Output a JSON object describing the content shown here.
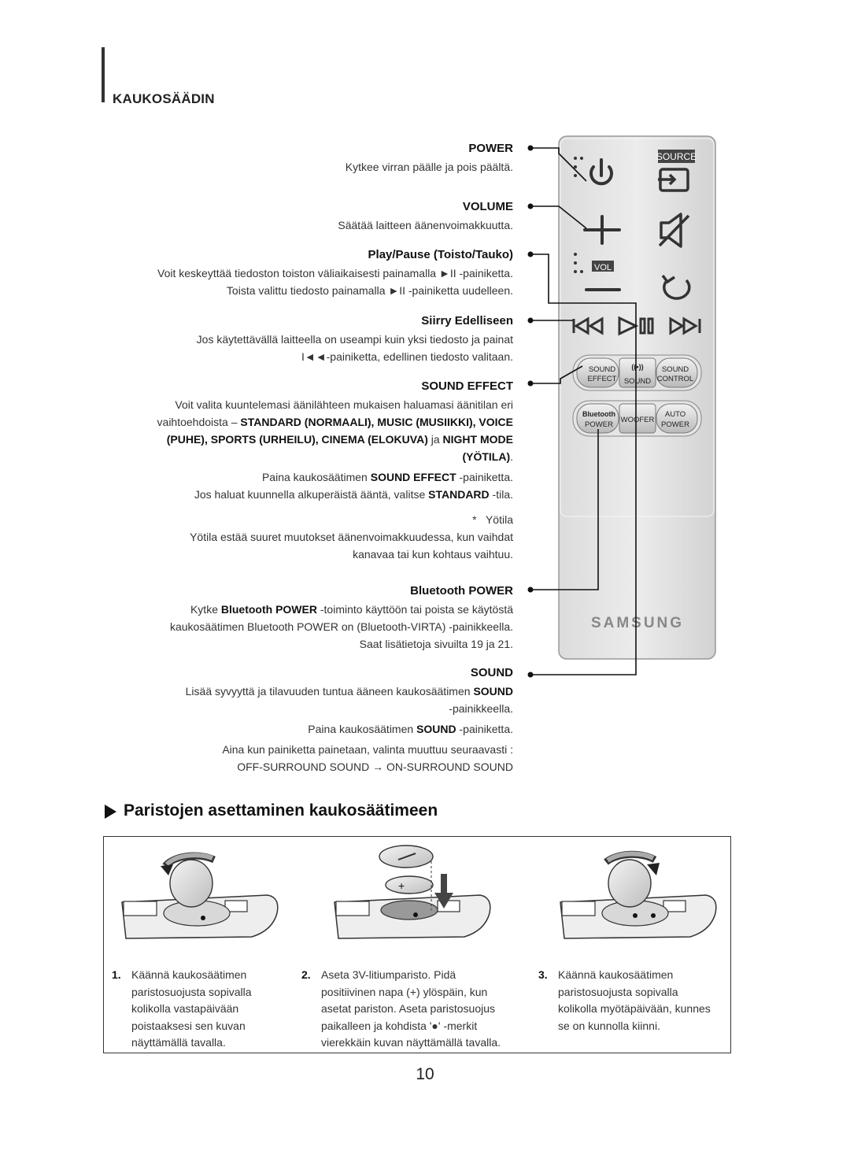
{
  "section_title": "KAUKOSÄÄDIN",
  "items": {
    "power": {
      "heading": "POWER",
      "text": "Kytkee virran päälle ja pois päältä."
    },
    "volume": {
      "heading": "VOLUME",
      "text": "Säätää laitteen äänenvoimakkuutta."
    },
    "playpause": {
      "heading": "Play/Pause (Toisto/Tauko)",
      "line1": "Voit keskeyttää tiedoston toiston väliaikaisesti painamalla ►II -painiketta.",
      "line2": "Toista valittu tiedosto painamalla ►II -painiketta uudelleen."
    },
    "previous": {
      "heading": "Siirry Edelliseen",
      "line1": "Jos käytettävällä laitteella on useampi kuin yksi tiedosto ja painat",
      "line2": "I◄◄-painiketta, edellinen tiedosto valitaan."
    },
    "sound_effect": {
      "heading": "SOUND EFFECT",
      "p1_a": "Voit valita kuuntelemasi äänilähteen mukaisen haluamasi äänitilan eri",
      "p1_b": "vaihtoehdoista –",
      "p1_bold1": "STANDARD (NORMAALI), MUSIC (MUSIIKKI), VOICE",
      "p1_bold2": "(PUHE), SPORTS (URHEILU), CINEMA (ELOKUVA)",
      "p1_and": "ja",
      "p1_bold3": "NIGHT MODE",
      "p1_bold4": "(YÖTILA)",
      "p1_end": ".",
      "p2_a": "Paina kaukosäätimen",
      "p2_bold": "SOUND EFFECT",
      "p2_b": "-painiketta.",
      "p3_a": "Jos haluat kuunnella alkuperäistä ääntä, valitse",
      "p3_bold": "STANDARD",
      "p3_b": "-tila.",
      "note_title": "*   Yötila",
      "note_line1": "Yötila estää suuret muutokset äänenvoimakkuudessa, kun vaihdat",
      "note_line2": "kanavaa tai kun kohtaus vaihtuu."
    },
    "bt_power": {
      "heading": "Bluetooth POWER",
      "l1_a": "Kytke",
      "l1_bold": "Bluetooth POWER",
      "l1_b": "-toiminto käyttöön tai poista se käytöstä",
      "line2": "kaukosäätimen Bluetooth POWER on (Bluetooth-VIRTA) -painikkeella.",
      "line3": "Saat lisätietoja sivuilta 19 ja 21."
    },
    "sound": {
      "heading": "SOUND",
      "l1_a": "Lisää syvyyttä ja tilavuuden tuntua ääneen kaukosäätimen",
      "l1_bold": "SOUND",
      "line2": "-painikkeella.",
      "p2_a": "Paina kaukosäätimen",
      "p2_bold": "SOUND",
      "p2_b": "-painiketta.",
      "line4": "Aina kun painiketta painetaan, valinta muuttuu seuraavasti :",
      "line5": "OFF-SURROUND SOUND → ON-SURROUND SOUND"
    }
  },
  "remote": {
    "source_label": "SOURCE",
    "vol_label": "VOL",
    "sound_effect_btn": [
      "SOUND",
      "EFFECT"
    ],
    "sound_btn": "SOUND",
    "sound_control_btn": [
      "SOUND",
      "CONTROL"
    ],
    "bt_power_btn": [
      "Bluetooth",
      "POWER"
    ],
    "woofer_btn": "WOOFER",
    "auto_power_btn": [
      "AUTO",
      "POWER"
    ],
    "brand": "SAMSUNG"
  },
  "battery": {
    "heading": "Paristojen asettaminen kaukosäätimeen",
    "steps": [
      {
        "num": "1.",
        "lines": [
          "Käännä kaukosäätimen",
          "paristosuojusta sopivalla",
          "kolikolla vastapäivään",
          "poistaaksesi sen kuvan",
          "näyttämällä tavalla."
        ]
      },
      {
        "num": "2.",
        "lines": [
          "Aseta 3V-litiumparisto. Pidä",
          "positiivinen napa (+) ylöspäin, kun",
          "asetat pariston. Aseta paristosuojus",
          "paikalleen ja kohdista '●' -merkit",
          "vierekkäin kuvan näyttämällä tavalla."
        ]
      },
      {
        "num": "3.",
        "lines": [
          "Käännä kaukosäätimen",
          "paristosuojusta sopivalla",
          "kolikolla myötäpäivään, kunnes",
          "se on kunnolla kiinni."
        ]
      }
    ]
  },
  "page_number": "10"
}
